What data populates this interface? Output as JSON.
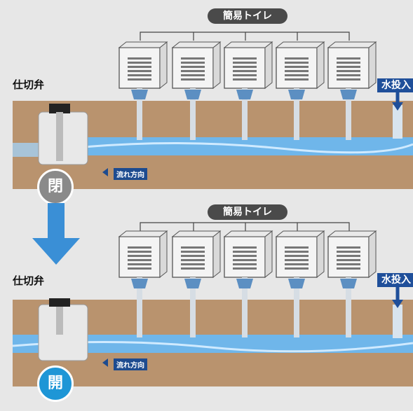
{
  "panels": [
    {
      "toilet_label": "簡易トイレ",
      "valve_label": "仕切弁",
      "water_label": "水投入",
      "flow_label": "流れ方向",
      "state_label": "閉"
    },
    {
      "toilet_label": "簡易トイレ",
      "valve_label": "仕切弁",
      "water_label": "水投入",
      "flow_label": "流れ方向",
      "state_label": "開"
    }
  ],
  "colors": {
    "ground": "#b9936e",
    "water": "#7fc0ee",
    "arrow": "#3a8fd6",
    "closed_badge": "#8a8a8a",
    "open_badge": "#1e96d6"
  }
}
